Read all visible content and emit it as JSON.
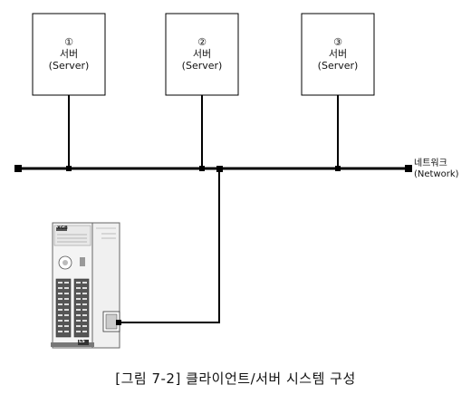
{
  "servers": [
    {
      "number": "①",
      "name": "서버",
      "sub": "(Server)"
    },
    {
      "number": "②",
      "name": "서버",
      "sub": "(Server)"
    },
    {
      "number": "③",
      "name": "서버",
      "sub": "(Server)"
    }
  ],
  "network": {
    "label": "네트워크",
    "sub": "(Network)"
  },
  "plc": {
    "brand": "XGB",
    "logo": "LS"
  },
  "caption": "[그림 7-2] 클라이언트/서버 시스템 구성"
}
